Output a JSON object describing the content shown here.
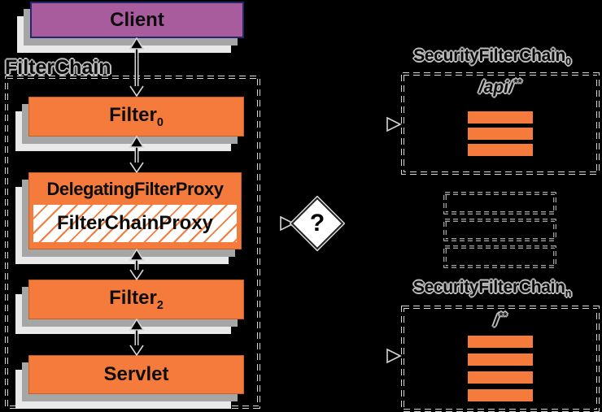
{
  "colors": {
    "background": "#000000",
    "orange": "#f47b3c",
    "purple": "#a85c9e",
    "purple-border": "#26266c",
    "shadow1": "#a6a6a6",
    "shadow2": "#e9e9e9",
    "dash": "#d6d6d6",
    "outline": "#bdbdbd"
  },
  "client": {
    "label": "Client"
  },
  "filter_chain": {
    "label": "FilterChain",
    "filter0": {
      "base": "Filter",
      "sub": "0"
    },
    "delegating_filter_proxy": {
      "label": "DelegatingFilterProxy"
    },
    "filter_chain_proxy": {
      "label": "FilterChainProxy"
    },
    "filter2": {
      "base": "Filter",
      "sub": "2"
    },
    "servlet": {
      "label": "Servlet"
    }
  },
  "decision": {
    "label": "?"
  },
  "security_filter_chain_0": {
    "title": {
      "base": "SecurityFilterChain",
      "sub": "0"
    },
    "pattern": {
      "base": "/api/",
      "sup": "**"
    },
    "bar_count": 3
  },
  "security_filter_chain_n": {
    "title": {
      "base": "SecurityFilterChain",
      "sub": "n"
    },
    "pattern": {
      "base": "/",
      "sup": "**"
    },
    "bar_count": 4
  },
  "ellipsis_box_count": 3
}
